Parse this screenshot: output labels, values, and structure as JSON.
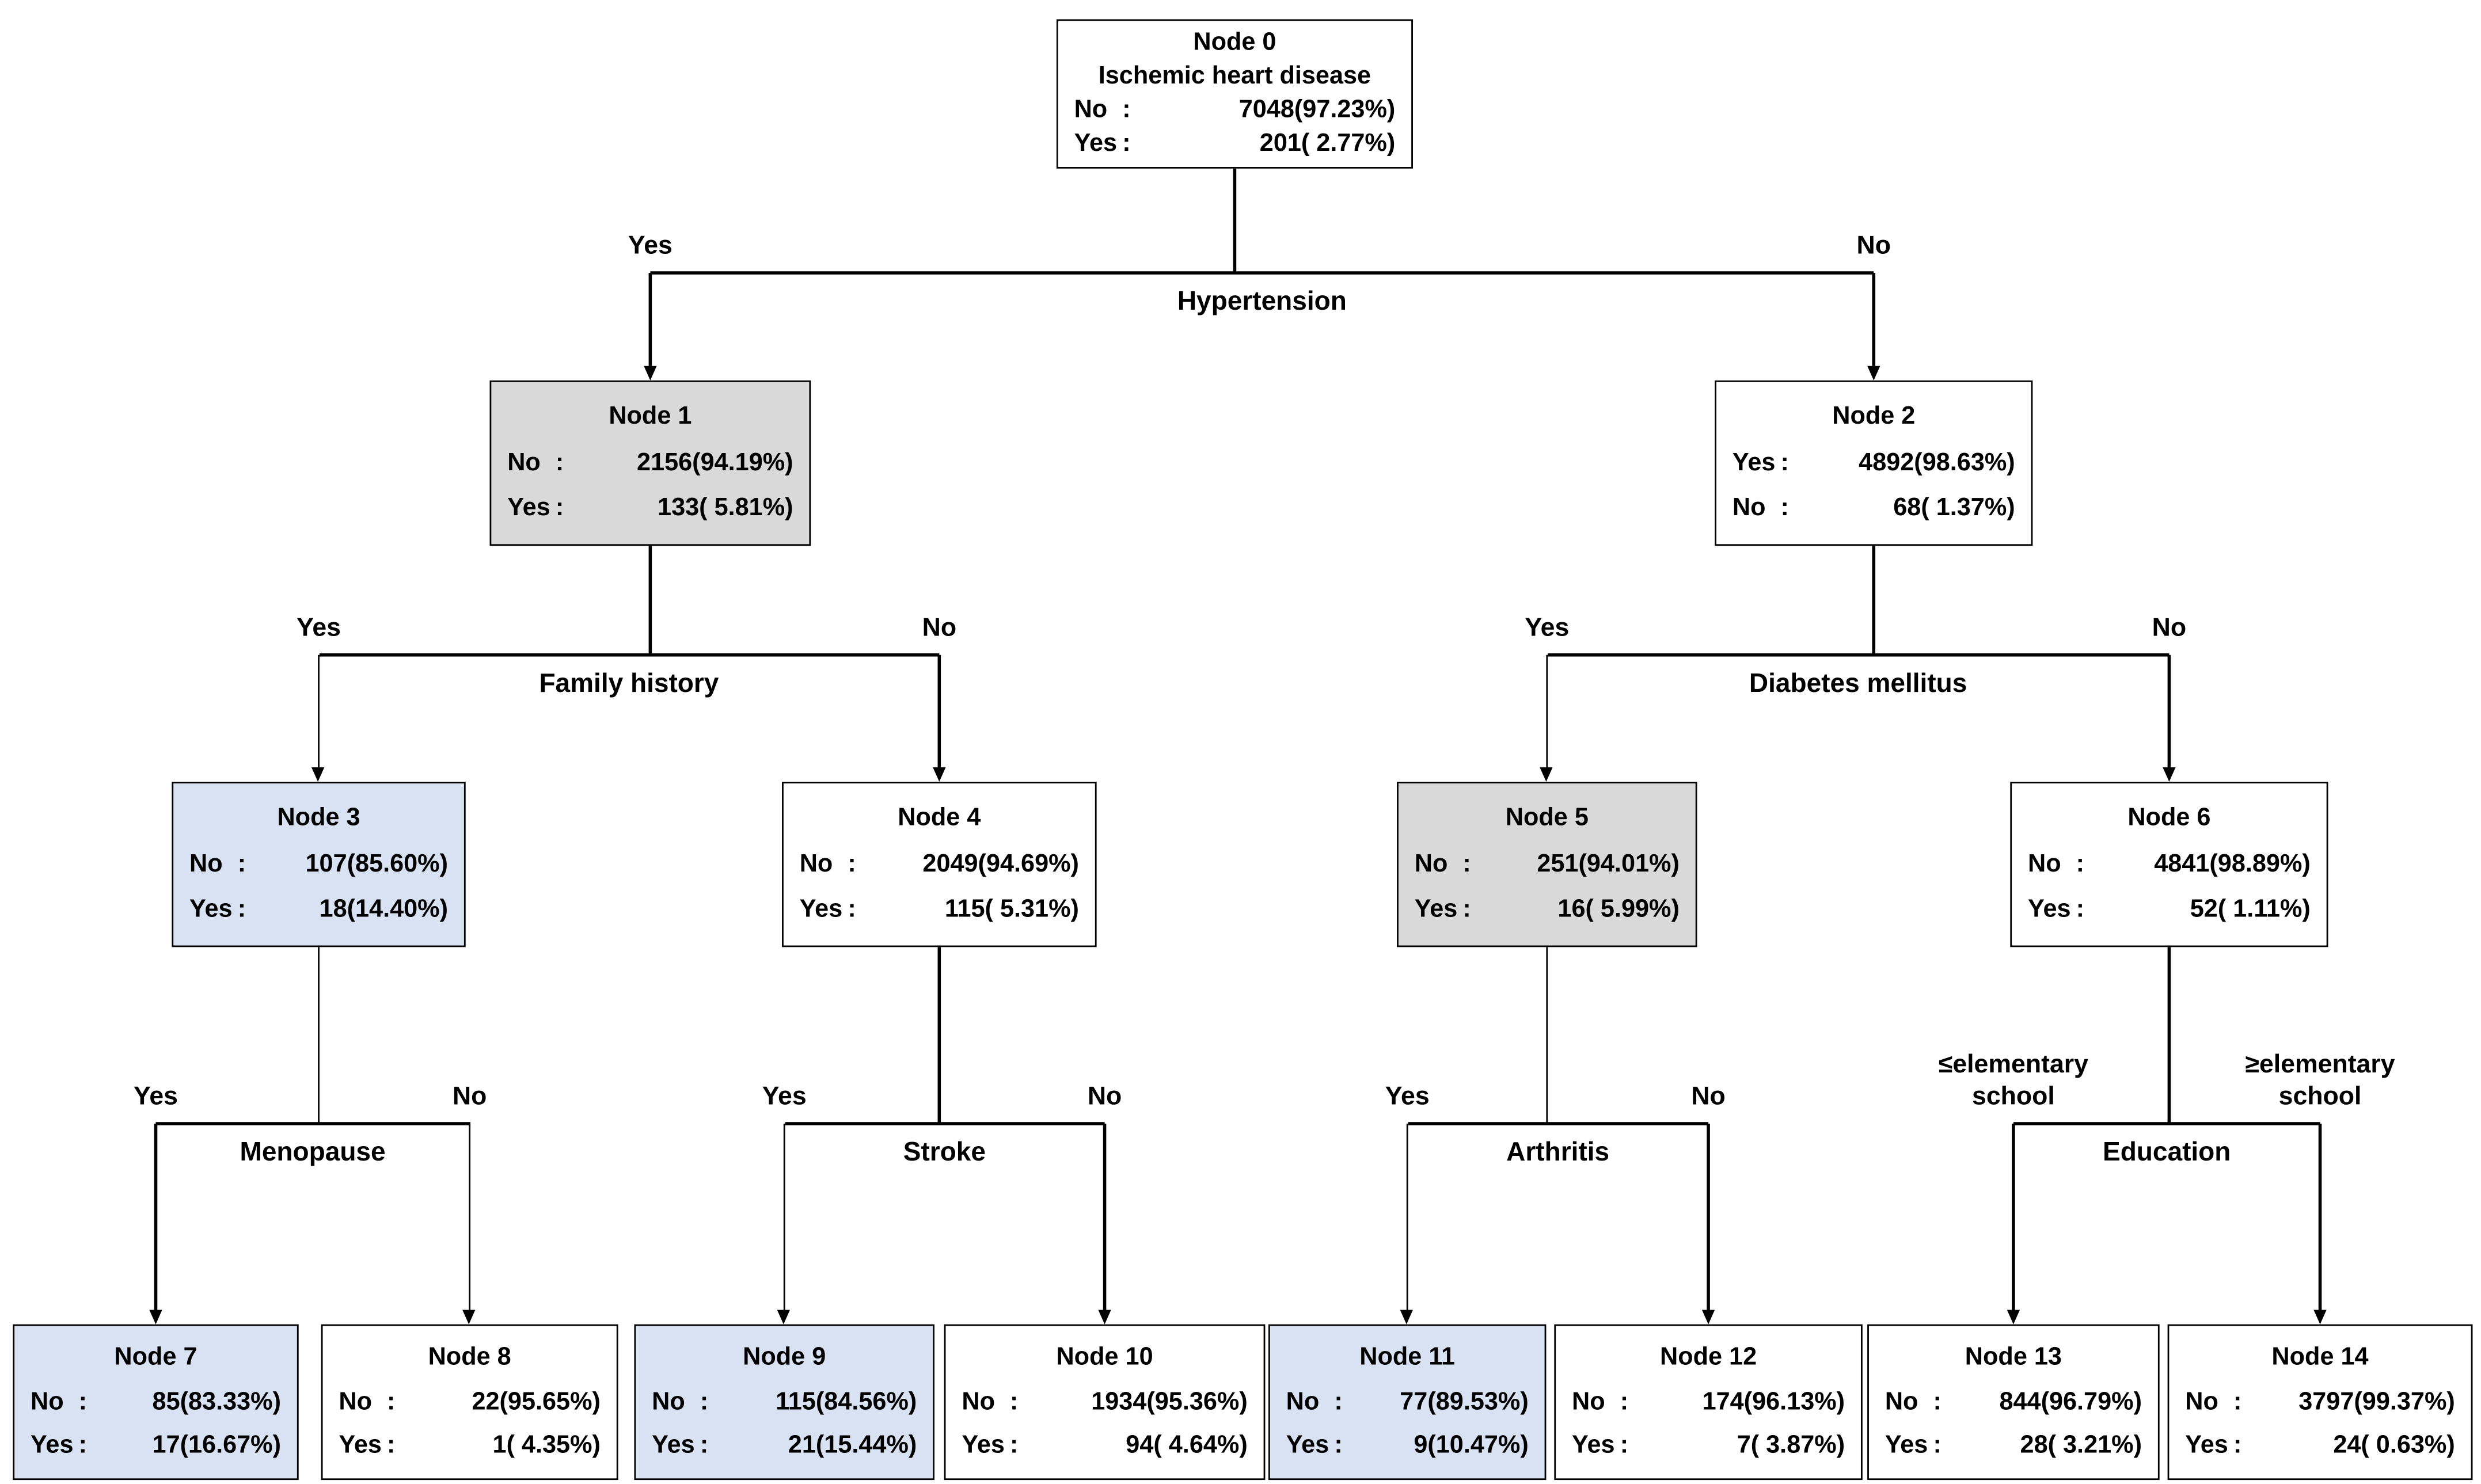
{
  "diagram": {
    "name": "Ischemic heart disease decision tree",
    "colon": ":"
  },
  "colors": {
    "node_white": "#ffffff",
    "node_gray": "#d9d9d9",
    "node_blue": "#d9e2f3",
    "border": "#000000",
    "line": "#000000"
  },
  "nodes": [
    {
      "id": 0,
      "title": "Node 0",
      "subtitle": "Ischemic heart disease",
      "fill": "white",
      "rows": [
        {
          "label": "No",
          "value": "7048(97.23%)"
        },
        {
          "label": "Yes",
          "value": "201( 2.77%)"
        }
      ]
    },
    {
      "id": 1,
      "title": "Node 1",
      "fill": "gray",
      "rows": [
        {
          "label": "No",
          "value": "2156(94.19%)"
        },
        {
          "label": "Yes",
          "value": "133( 5.81%)"
        }
      ]
    },
    {
      "id": 2,
      "title": "Node 2",
      "fill": "white",
      "rows": [
        {
          "label": "Yes",
          "value": "4892(98.63%)"
        },
        {
          "label": "No",
          "value": "68( 1.37%)"
        }
      ]
    },
    {
      "id": 3,
      "title": "Node 3",
      "fill": "blue",
      "rows": [
        {
          "label": "No",
          "value": "107(85.60%)"
        },
        {
          "label": "Yes",
          "value": "18(14.40%)"
        }
      ]
    },
    {
      "id": 4,
      "title": "Node 4",
      "fill": "white",
      "rows": [
        {
          "label": "No",
          "value": "2049(94.69%)"
        },
        {
          "label": "Yes",
          "value": "115( 5.31%)"
        }
      ]
    },
    {
      "id": 5,
      "title": "Node 5",
      "fill": "gray",
      "rows": [
        {
          "label": "No",
          "value": "251(94.01%)"
        },
        {
          "label": "Yes",
          "value": "16( 5.99%)"
        }
      ]
    },
    {
      "id": 6,
      "title": "Node 6",
      "fill": "white",
      "rows": [
        {
          "label": "No",
          "value": "4841(98.89%)"
        },
        {
          "label": "Yes",
          "value": "52( 1.11%)"
        }
      ]
    },
    {
      "id": 7,
      "title": "Node 7",
      "fill": "blue",
      "rows": [
        {
          "label": "No",
          "value": "85(83.33%)"
        },
        {
          "label": "Yes",
          "value": "17(16.67%)"
        }
      ]
    },
    {
      "id": 8,
      "title": "Node 8",
      "fill": "white",
      "rows": [
        {
          "label": "No",
          "value": "22(95.65%)"
        },
        {
          "label": "Yes",
          "value": "1( 4.35%)"
        }
      ]
    },
    {
      "id": 9,
      "title": "Node 9",
      "fill": "blue",
      "rows": [
        {
          "label": "No",
          "value": "115(84.56%)"
        },
        {
          "label": "Yes",
          "value": "21(15.44%)"
        }
      ]
    },
    {
      "id": 10,
      "title": "Node 10",
      "fill": "white",
      "rows": [
        {
          "label": "No",
          "value": "1934(95.36%)"
        },
        {
          "label": "Yes",
          "value": "94( 4.64%)"
        }
      ]
    },
    {
      "id": 11,
      "title": "Node 11",
      "fill": "blue",
      "rows": [
        {
          "label": "No",
          "value": "77(89.53%)"
        },
        {
          "label": "Yes",
          "value": "9(10.47%)"
        }
      ]
    },
    {
      "id": 12,
      "title": "Node 12",
      "fill": "white",
      "rows": [
        {
          "label": "No",
          "value": "174(96.13%)"
        },
        {
          "label": "Yes",
          "value": "7( 3.87%)"
        }
      ]
    },
    {
      "id": 13,
      "title": "Node 13",
      "fill": "white",
      "rows": [
        {
          "label": "No",
          "value": "844(96.79%)"
        },
        {
          "label": "Yes",
          "value": "28( 3.21%)"
        }
      ]
    },
    {
      "id": 14,
      "title": "Node 14",
      "fill": "white",
      "rows": [
        {
          "label": "No",
          "value": "3797(99.37%)"
        },
        {
          "label": "Yes",
          "value": "24( 0.63%)"
        }
      ]
    }
  ],
  "splits": [
    {
      "variable": "Hypertension",
      "parent": 0,
      "children": [
        1,
        2
      ],
      "left_label": "Yes",
      "right_label": "No"
    },
    {
      "variable": "Family history",
      "parent": 1,
      "children": [
        3,
        4
      ],
      "left_label": "Yes",
      "right_label": "No"
    },
    {
      "variable": "Diabetes mellitus",
      "parent": 2,
      "children": [
        5,
        6
      ],
      "left_label": "Yes",
      "right_label": "No"
    },
    {
      "variable": "Menopause",
      "parent": 3,
      "children": [
        7,
        8
      ],
      "left_label": "Yes",
      "right_label": "No"
    },
    {
      "variable": "Stroke",
      "parent": 4,
      "children": [
        9,
        10
      ],
      "left_label": "Yes",
      "right_label": "No"
    },
    {
      "variable": "Arthritis",
      "parent": 5,
      "children": [
        11,
        12
      ],
      "left_label": "Yes",
      "right_label": "No"
    },
    {
      "variable": "Education",
      "parent": 6,
      "children": [
        13,
        14
      ],
      "left_label": "≤elementary school",
      "right_label": "≥elementary school",
      "multiline_labels": true
    }
  ]
}
